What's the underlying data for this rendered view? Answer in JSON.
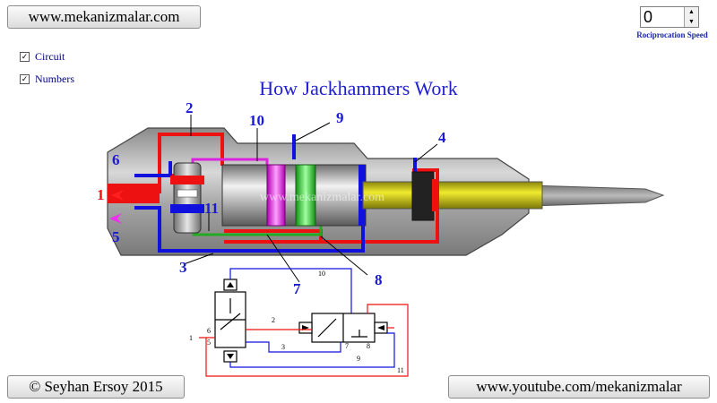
{
  "header": {
    "site_link": "www.mekanizmalar.com",
    "title": "How Jackhammers Work"
  },
  "controls": {
    "circuit_label": "Circuit",
    "circuit_checked": true,
    "numbers_label": "Numbers",
    "numbers_checked": true,
    "speed_value": "0",
    "speed_label": "Rociprocation Speed"
  },
  "footer": {
    "copyright": "© Seyhan Ersoy 2015",
    "youtube_link": "www.youtube.com/mekanizmalar"
  },
  "watermark": "www.mekanizmalar.com",
  "callouts": {
    "n1": "1",
    "n2": "2",
    "n3": "3",
    "n4": "4",
    "n5": "5",
    "n6": "6",
    "n7": "7",
    "n8": "8",
    "n9": "9",
    "n10": "10",
    "n11": "11"
  },
  "circuit": {
    "c1": "1",
    "c2": "2",
    "c3": "3",
    "c5": "5",
    "c6": "6",
    "c7": "7",
    "c8": "8",
    "c9": "9",
    "c10": "10",
    "c11": "11"
  },
  "colors": {
    "pressure_line": "#ee1111",
    "exhaust_line": "#1111dd",
    "return_line": "#22aa22",
    "pilot_line": "#dd22dd",
    "arrow_in": "#ff2020",
    "arrow_out": "#ee30ee",
    "callout_text": "#1a1ad0",
    "chisel": "#d4cf10"
  }
}
